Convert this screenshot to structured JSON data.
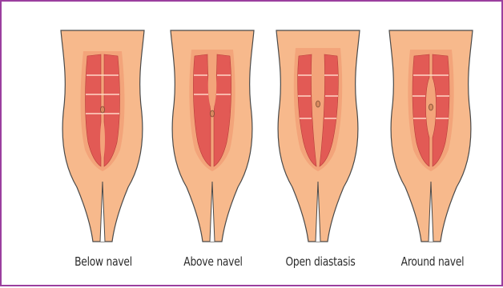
{
  "colors": {
    "border": "#9b3f9f",
    "skin": "#f7b98c",
    "skin_outline": "#4a4a4a",
    "abdomen_patch": "#f3a47a",
    "muscle": "#e25a55",
    "muscle_line": "#ffd8c8"
  },
  "figures": [
    {
      "label": "Below navel",
      "type": "below-navel"
    },
    {
      "label": "Above navel",
      "type": "above-navel"
    },
    {
      "label": "Open diastasis",
      "type": "open-diastasis"
    },
    {
      "label": "Around navel",
      "type": "around-navel"
    }
  ]
}
